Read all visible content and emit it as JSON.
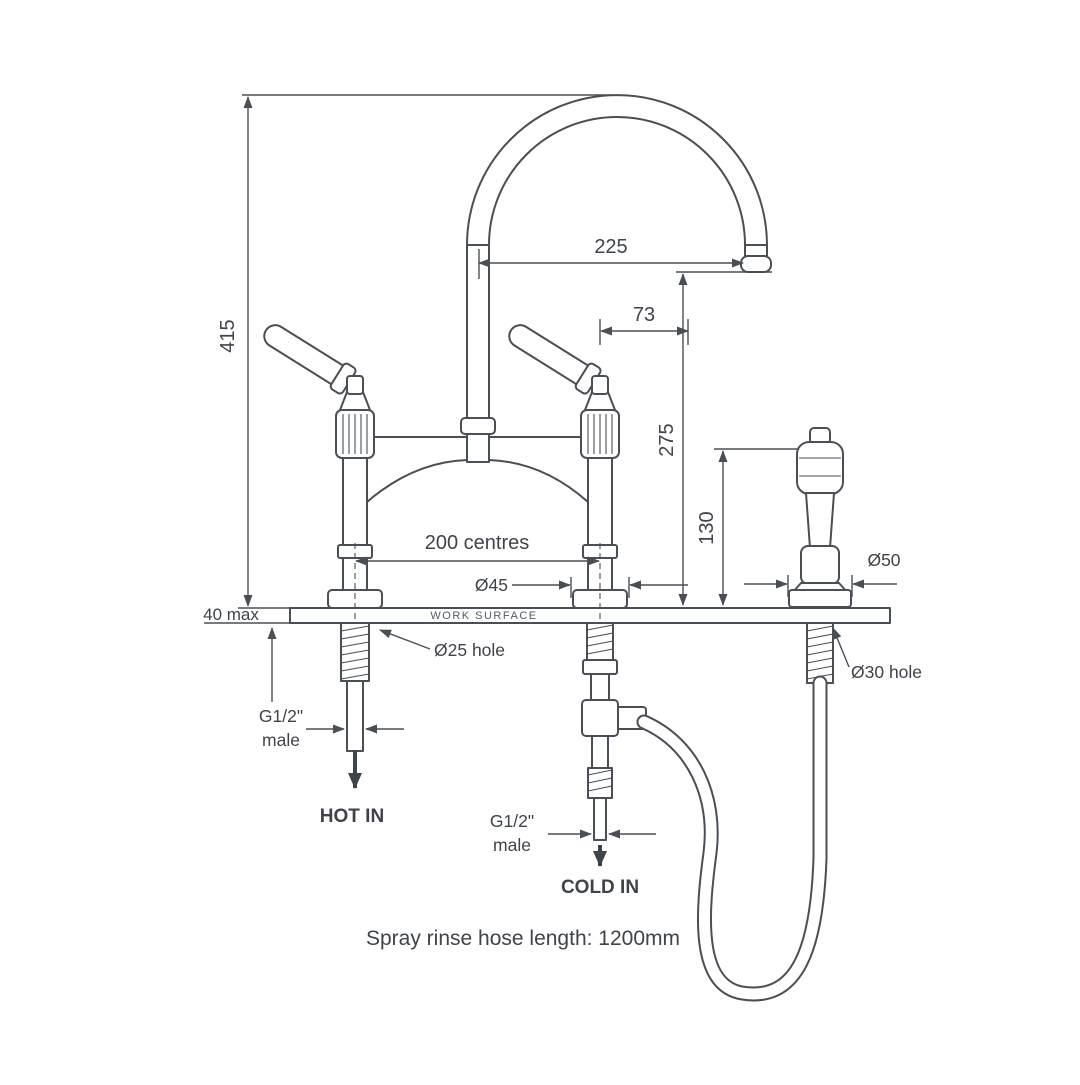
{
  "diagram": {
    "work_surface": "WORK SURFACE",
    "note": "Spray rinse hose length: 1200mm",
    "line_color": "#4a4e55",
    "dims": {
      "overall_height": "415",
      "spout_reach": "225",
      "handle_offset": "73",
      "spout_height": "275",
      "spray_height": "130",
      "tap_centres": "200 centres",
      "tap_flange_dia": "Ø45",
      "spray_flange_dia": "Ø50",
      "tap_hole": "Ø25 hole",
      "spray_hole": "Ø30 hole",
      "worktop_thickness": "40 max"
    },
    "connections": {
      "hot_label": "HOT IN",
      "cold_label": "COLD IN",
      "hot_thread": "G1/2\"",
      "hot_thread_gender": "male",
      "cold_thread": "G1/2\"",
      "cold_thread_gender": "male"
    }
  }
}
